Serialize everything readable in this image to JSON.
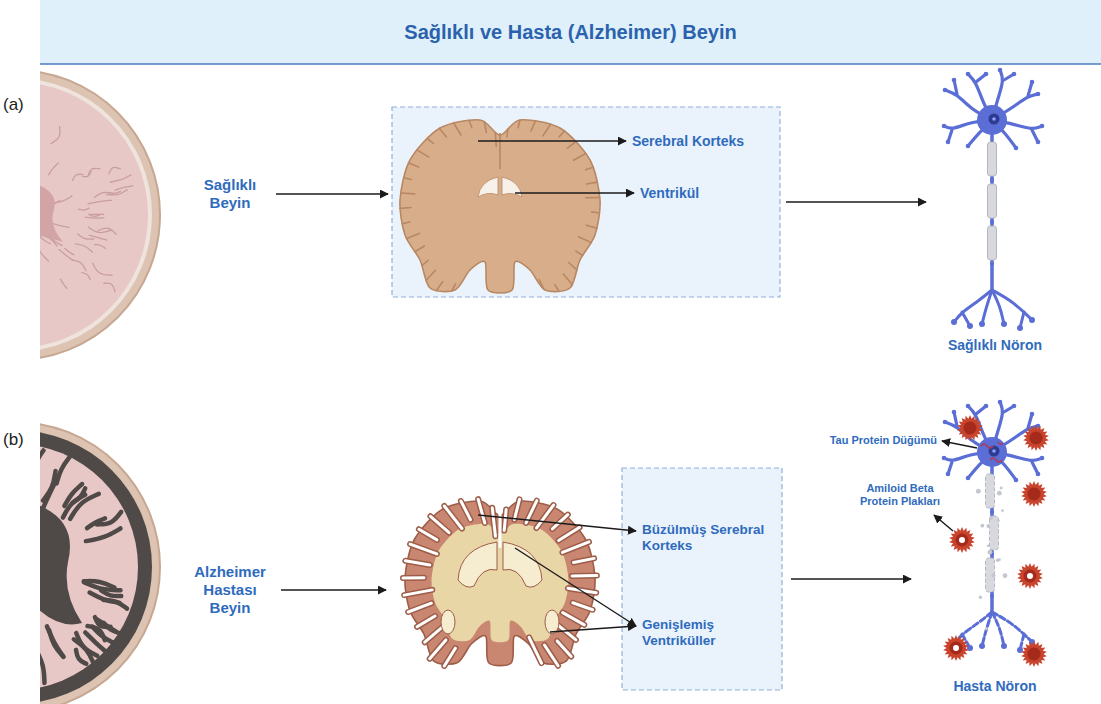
{
  "diagram": {
    "title": "Sağlıklı ve Hasta (Alzheimer) Beyin",
    "nodes": [
      {
        "text": [
          "Sağlıklı Beyin"
        ]
      },
      {
        "text": [
          "Serebral Korteks",
          "Ventrikül"
        ]
      },
      {
        "text": [
          "Sağlıklı Nöron"
        ]
      },
      {
        "text": [
          "Alzheimer Hastası Beyin"
        ]
      },
      {
        "text": [
          "Büzülmüş Serebral Korteks",
          "Genişlemiş Ventriküller"
        ]
      },
      {
        "text": [
          "Tau Protein Düğümü",
          "Amiloid Beta Protein Plakları",
          "Hasta Nöron"
        ]
      }
    ],
    "edges": [
      {
        "from": 0,
        "to": 1,
        "arrow": "to"
      },
      {
        "from": 1,
        "to": 2,
        "arrow": "to"
      },
      {
        "from": 3,
        "to": 4,
        "arrow": "to"
      },
      {
        "from": 4,
        "to": 5,
        "arrow": "to"
      }
    ],
    "labels": [
      "(a)",
      "(b)"
    ]
  }
}
